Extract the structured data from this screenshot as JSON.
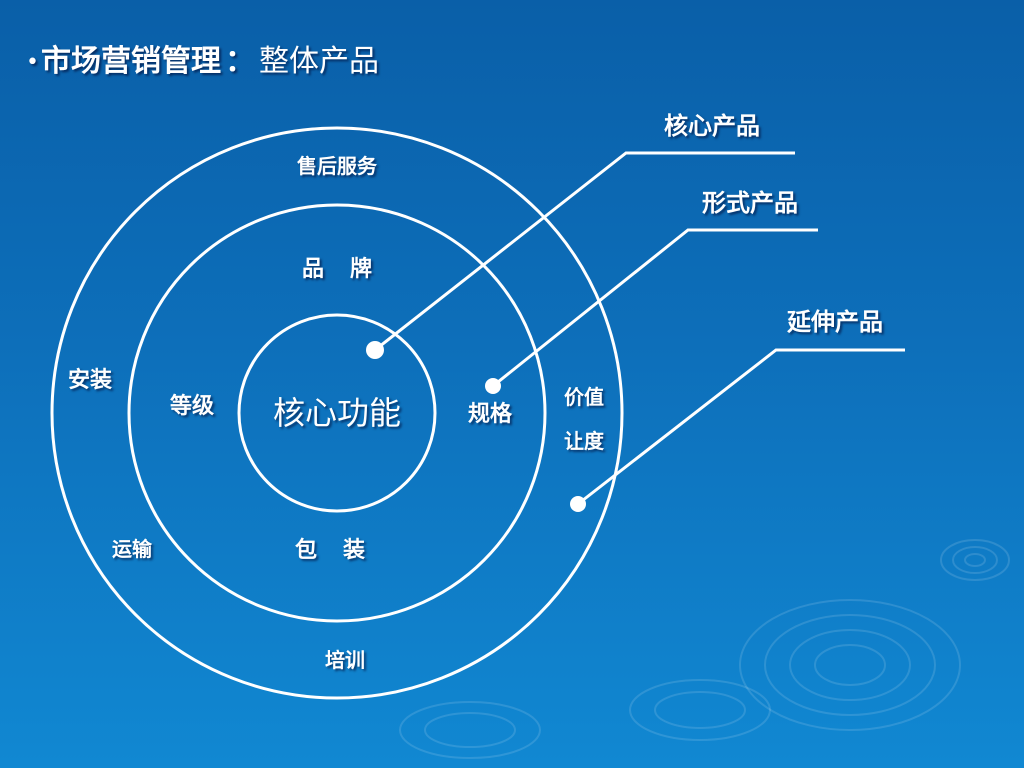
{
  "title": {
    "bullet": "•",
    "main": "市场营销管理",
    "colon": "：",
    "sub": "整体产品"
  },
  "rings": {
    "core": {
      "center": "核心功能"
    },
    "formal": {
      "top": "品牌",
      "left": "等级",
      "right": "规格",
      "bottom": "包装"
    },
    "extended": {
      "top": "售后服务",
      "left": "安装",
      "lower_left": "运输",
      "right_1": "价值",
      "right_2": "让度",
      "bottom": "培训"
    }
  },
  "callouts": {
    "core_product": "核心产品",
    "formal_product": "形式产品",
    "extended_product": "延伸产品"
  },
  "colors": {
    "background_top": "#0a5fa8",
    "background_bottom": "#1188d2",
    "line": "#ffffff",
    "text": "#ffffff"
  }
}
